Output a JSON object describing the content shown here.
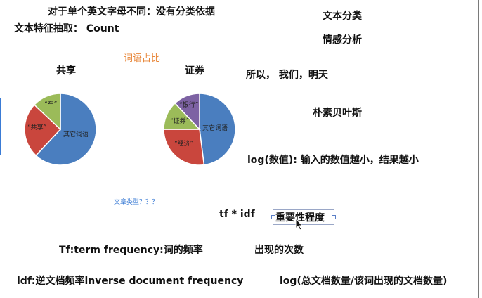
{
  "notes": {
    "line1": "对于单个英文字母不同：没有分类依据",
    "line2": "文本特征抽取：  Count",
    "text_classification": "文本分类",
    "sentiment_analysis": "情感分析",
    "word_ratio": "词语占比",
    "so_we_tomorrow": "所以， 我们，明天",
    "naive_bayes": "朴素贝叶斯",
    "log_value": "log(数值): 输入的数值越小，结果越小",
    "article_type": "文章类型？？？",
    "tf_idf": "tf  * idf",
    "importance": "重要性程度",
    "tf_def": "Tf:term frequency:词的频率",
    "occurrences": "出现的次数",
    "idf_def": "idf:逆文档频率inverse document frequency",
    "log_formula": "log(总文档数量/该词出现的文档数量)"
  },
  "colors": {
    "blue": "#4a7ebf",
    "red": "#c9463d",
    "green": "#9bbb59",
    "purple": "#7d62a3",
    "orange_text": "#e8873a"
  },
  "chart_data": [
    {
      "type": "pie",
      "title": "共享",
      "labels": [
        "其它词语",
        "“共享”",
        "“车”"
      ],
      "values": [
        62,
        25,
        13
      ],
      "colors": [
        "#4a7ebf",
        "#c9463d",
        "#9bbb59"
      ]
    },
    {
      "type": "pie",
      "title": "证券",
      "labels": [
        "其它词语",
        "“经济”",
        "“证券”",
        "“银行”"
      ],
      "values": [
        48,
        27,
        13,
        12
      ],
      "colors": [
        "#4a7ebf",
        "#c9463d",
        "#9bbb59",
        "#7d62a3"
      ]
    }
  ]
}
